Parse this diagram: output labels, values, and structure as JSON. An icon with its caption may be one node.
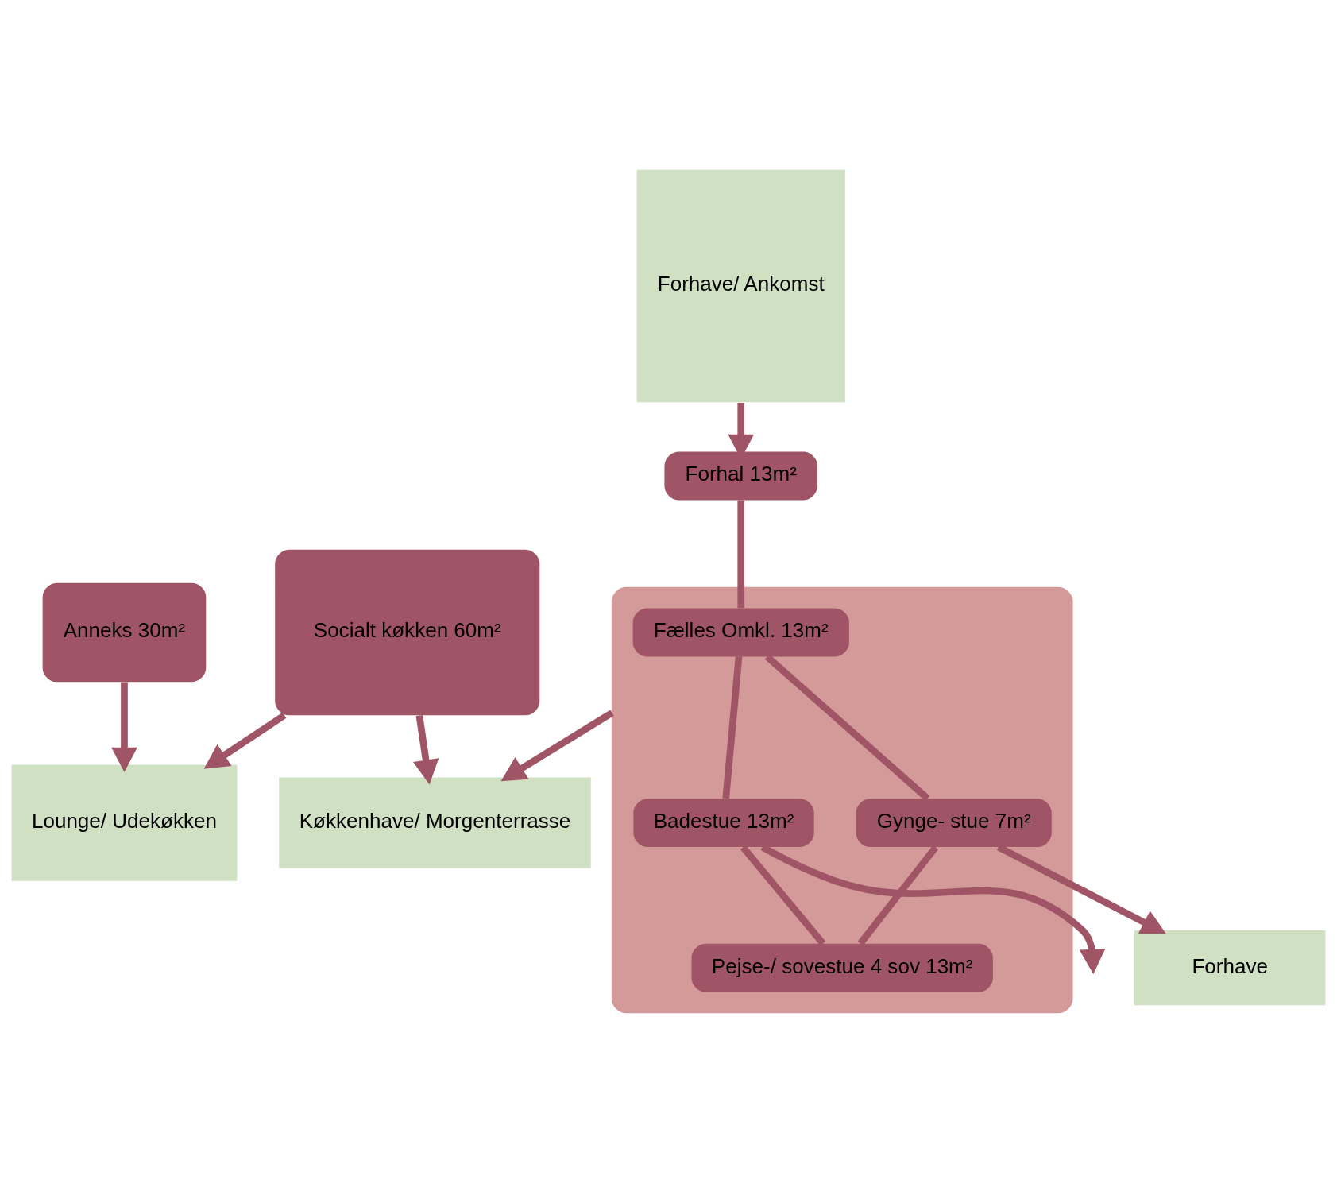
{
  "diagram": {
    "nodes": [
      {
        "text": [
          "Socialt køkken 60m²"
        ]
      },
      {
        "text": [
          "Køkkenhave/ Morgenterrasse"
        ]
      },
      {
        "text": [
          "Forhal 13m²"
        ]
      },
      {
        "text": [
          "Lounge/ Udekøkken"
        ]
      },
      {
        "text": [
          "Forhave/ Ankomst"
        ]
      },
      {
        "text": [],
        "shape": "box"
      },
      {
        "text": [
          "Fælles Omkl. 13m²"
        ],
        "in": 5
      },
      {
        "text": [
          "Badestue 13m²"
        ],
        "in": 5
      },
      {
        "text": [
          "Gynge- stue 7m²"
        ],
        "in": 5
      },
      {
        "text": [
          "Pejse-/ sovestue 4 sov 13m²"
        ],
        "in": 5
      },
      {
        "text": [
          "Anneks 30m²"
        ]
      },
      {
        "text": [
          "Forhave"
        ]
      }
    ],
    "edges": [
      {
        "from": 0,
        "to": 1,
        "arrow": "to"
      },
      {
        "from": 0,
        "to": 3,
        "arrow": "to"
      },
      {
        "from": 10,
        "to": 3,
        "arrow": "to"
      },
      {
        "from": 4,
        "to": 2,
        "arrow": "to"
      },
      {
        "from": 2,
        "to": 6,
        "arrow": "none"
      },
      {
        "from": 5,
        "to": 1,
        "arrow": "to"
      },
      {
        "from": 6,
        "to": 7,
        "arrow": "none"
      },
      {
        "from": 6,
        "to": 8,
        "arrow": "none"
      },
      {
        "from": 7,
        "to": 9,
        "arrow": "none"
      },
      {
        "from": 8,
        "to": 9,
        "arrow": "none"
      },
      {
        "from": 7,
        "to": null,
        "arrow": "to"
      },
      {
        "from": 8,
        "to": 11,
        "arrow": "to"
      }
    ]
  }
}
